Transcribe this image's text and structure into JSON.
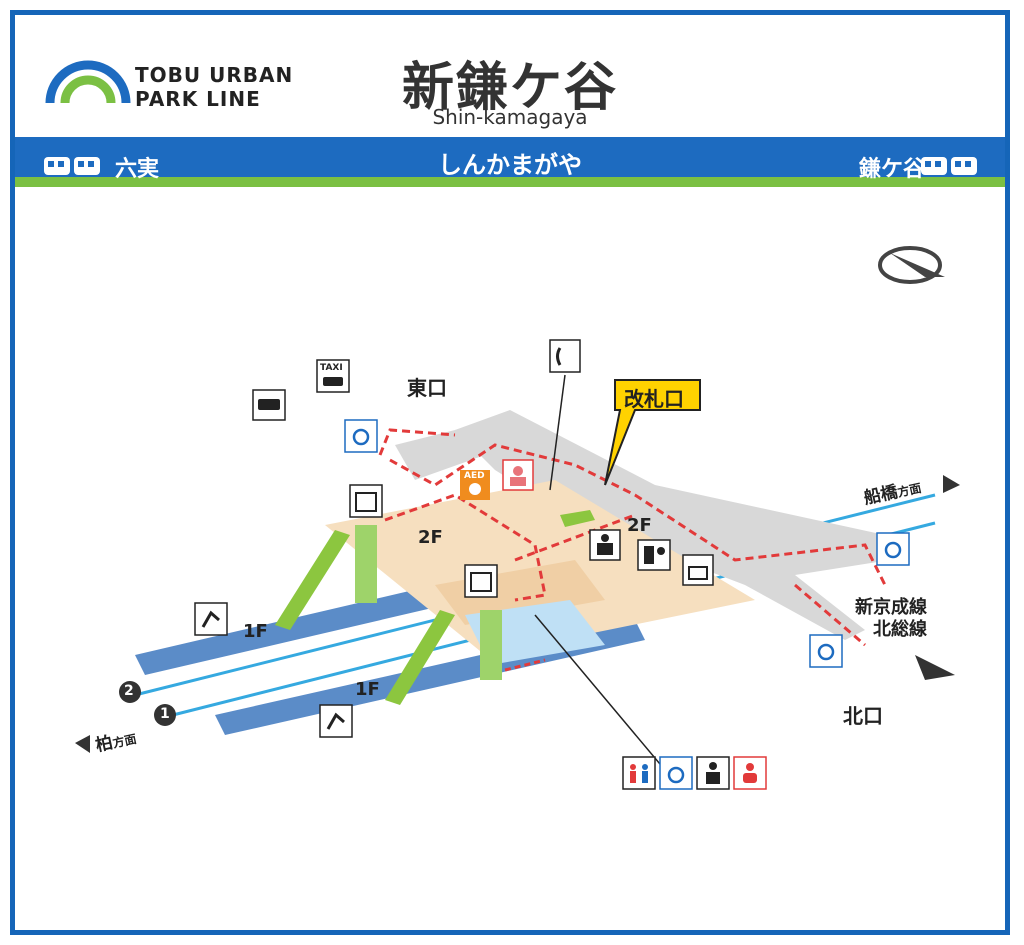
{
  "brand": {
    "line1": "TOBU URBAN",
    "line2": "PARK LINE"
  },
  "station": {
    "name_jp": "新鎌ケ谷",
    "name_en": "Shin-kamagaya",
    "name_hiragana": "しんかまがや"
  },
  "directions": {
    "left": "六実",
    "right": "鎌ケ谷"
  },
  "map": {
    "east_exit": "東口",
    "north_exit": "北口",
    "ticket_gate": "改札口",
    "floor_2f_a": "2F",
    "floor_2f_b": "2F",
    "floor_1f_a": "1F",
    "floor_1f_b": "1F",
    "toward_funabashi": "船橋",
    "toward_kashiwa": "柏",
    "toward_suffix": "方面",
    "platform_2": "2",
    "platform_1": "1",
    "transfer_line1": "新京成線",
    "transfer_line2": "北総線",
    "aed": "AED",
    "taxi": "TAXI"
  },
  "colors": {
    "brand_blue": "#1d6bc0",
    "green": "#7bc043",
    "concourse": "#f6dfbf",
    "route_red": "#e23a3a",
    "platform": "#5b8cc8"
  }
}
